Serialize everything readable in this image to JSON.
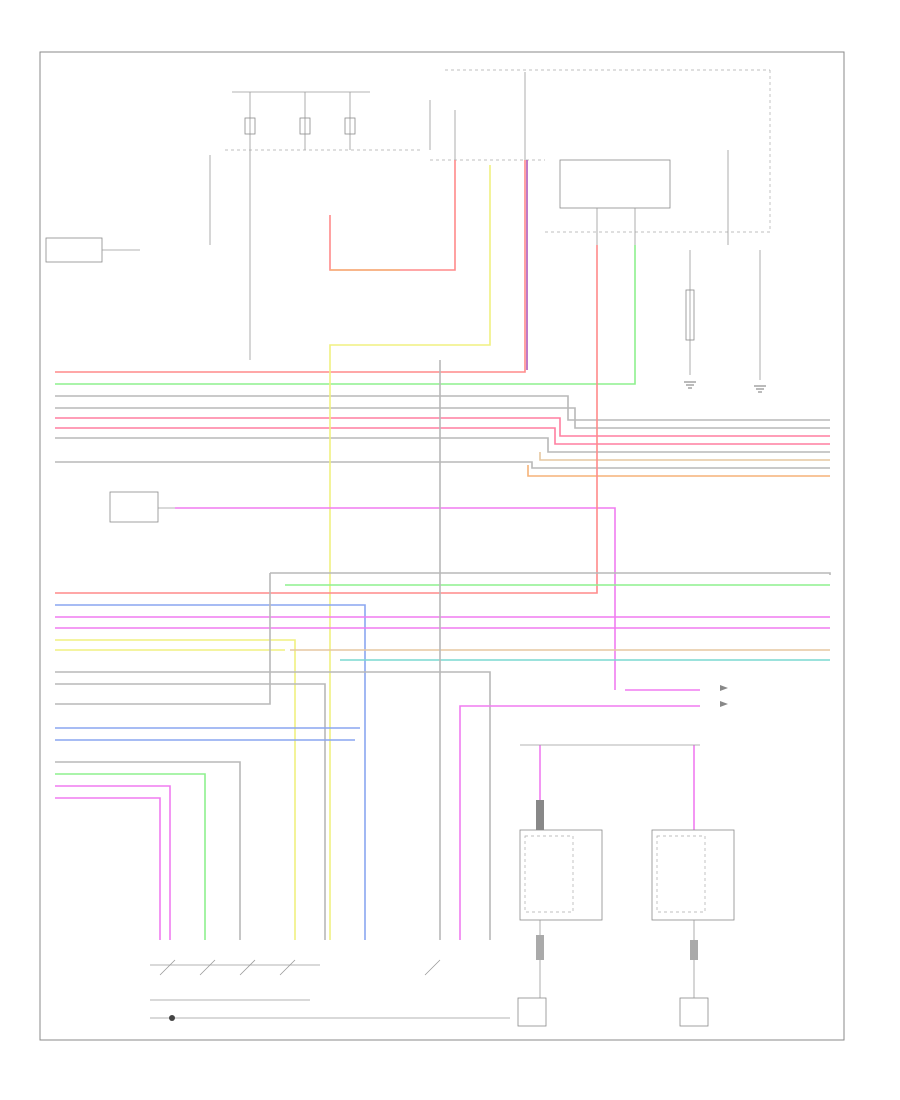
{
  "diagram": {
    "title": "",
    "page_number": "",
    "wire_colors": {
      "red": "#ff8a8a",
      "light_green": "#8ef08e",
      "gray": "#b8b8b8",
      "pink": "#ff7fa0",
      "magenta": "#f07cf0",
      "yellow": "#f0f080",
      "orange": "#f5b278",
      "purple": "#b05ab8",
      "blue": "#8aa6f0",
      "teal": "#7ad8d0",
      "tan": "#e6c7a0",
      "olive": "#8aa07a"
    },
    "labels": [],
    "components": [
      {
        "id": "c1",
        "label": ""
      },
      {
        "id": "c2",
        "label": ""
      },
      {
        "id": "c3",
        "label": ""
      },
      {
        "id": "c4",
        "label": ""
      },
      {
        "id": "c5",
        "label": ""
      },
      {
        "id": "c6",
        "label": ""
      }
    ]
  }
}
